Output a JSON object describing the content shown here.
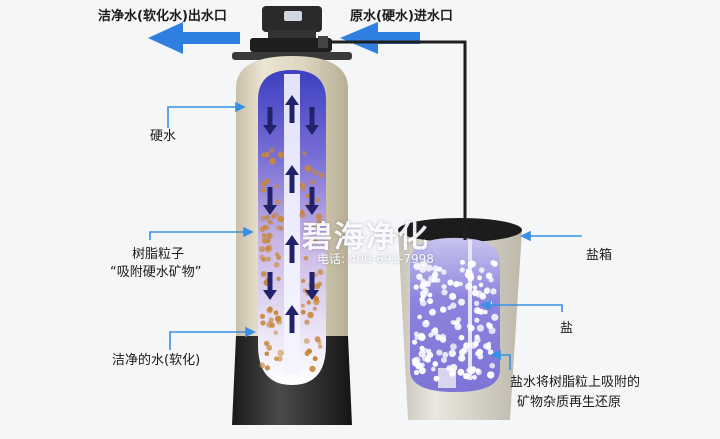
{
  "labels": {
    "outlet": "洁净水(软化水)出水口",
    "inlet": "原水(硬水)进水口",
    "hard_water": "硬水",
    "resin_line1": "树脂粒子",
    "resin_line2": "“吸附硬水矿物”",
    "clean_water": "洁净的水(软化)",
    "brine_tank": "盐箱",
    "salt": "盐",
    "regen_line1": "盐水将树脂粒上吸附的",
    "regen_line2": "矿物杂质再生还原"
  },
  "watermark": {
    "title": "碧海净化",
    "phone": "电话: 400-691-7998"
  },
  "colors": {
    "arrow_blue": "#2f7fe0",
    "leader_blue": "#3a8fe6",
    "tank_body": "#d9d2bf",
    "tank_base": "#2b2b2b",
    "water_top": "#3c45c4",
    "resin": "#c8883c",
    "flow_arrow": "#22226a",
    "salt_bg": "#8b82dc"
  }
}
